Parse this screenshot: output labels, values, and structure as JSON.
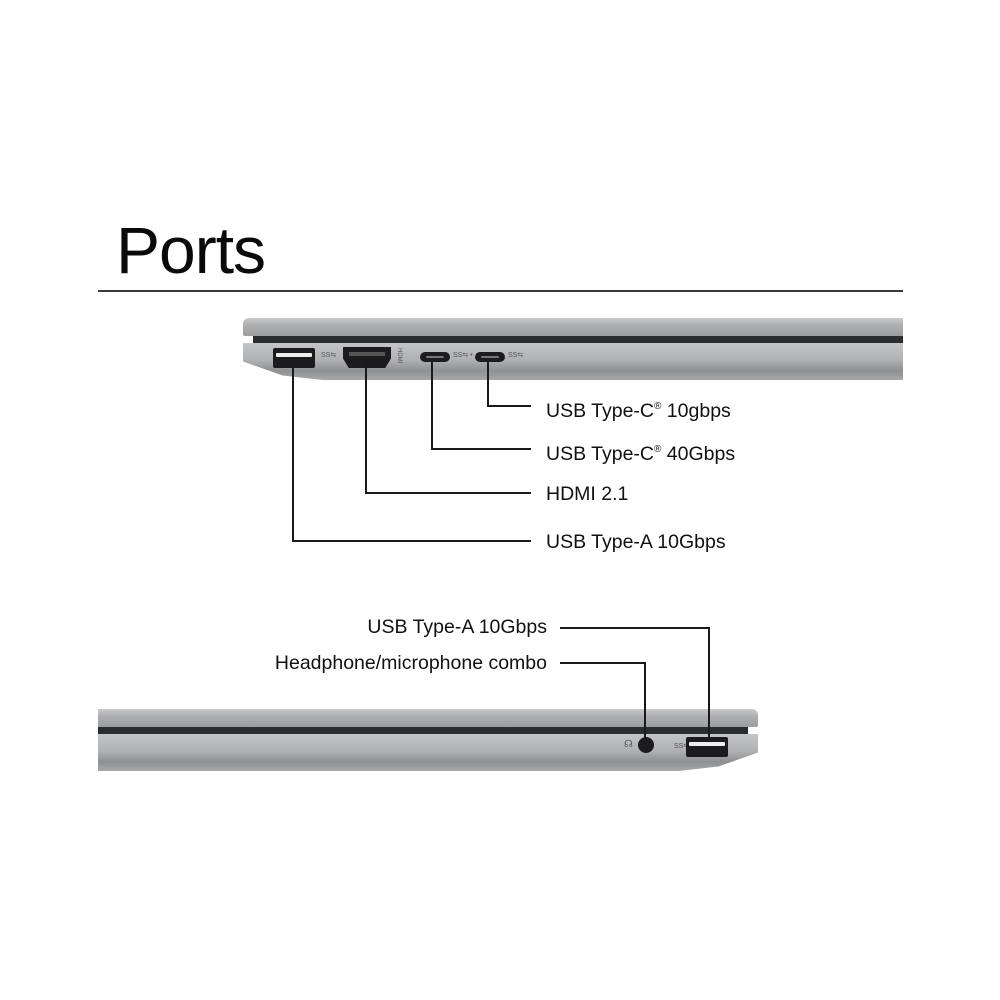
{
  "page": {
    "title": "Ports"
  },
  "left_side": {
    "callouts": [
      {
        "id": "usbc-10",
        "label": "USB Type-C",
        "reg": "®",
        "suffix": " 10gbps"
      },
      {
        "id": "usbc-40",
        "label": "USB Type-C",
        "reg": "®",
        "suffix": " 40Gbps"
      },
      {
        "id": "hdmi",
        "label": "HDMI 2.1"
      },
      {
        "id": "usba",
        "label": "USB Type-A 10Gbps"
      }
    ],
    "port_glyphs": {
      "usba_icon": "usb-ss-icon",
      "hdmi_icon": "hdmi-text-icon",
      "usbc40_icon": "usb-ss-icon",
      "usbc10_icon": "usb-ss-icon"
    }
  },
  "right_side": {
    "callouts": [
      {
        "id": "usba",
        "label": "USB Type-A 10Gbps"
      },
      {
        "id": "audio",
        "label": "Headphone/microphone combo"
      }
    ],
    "port_glyphs": {
      "audio_icon": "headphone-icon",
      "usba_icon": "usb-ss-icon"
    }
  },
  "colors": {
    "text": "#111111",
    "lid": "#aeafb1",
    "seam": "#2b2c2e",
    "port": "#1c1c1e"
  }
}
